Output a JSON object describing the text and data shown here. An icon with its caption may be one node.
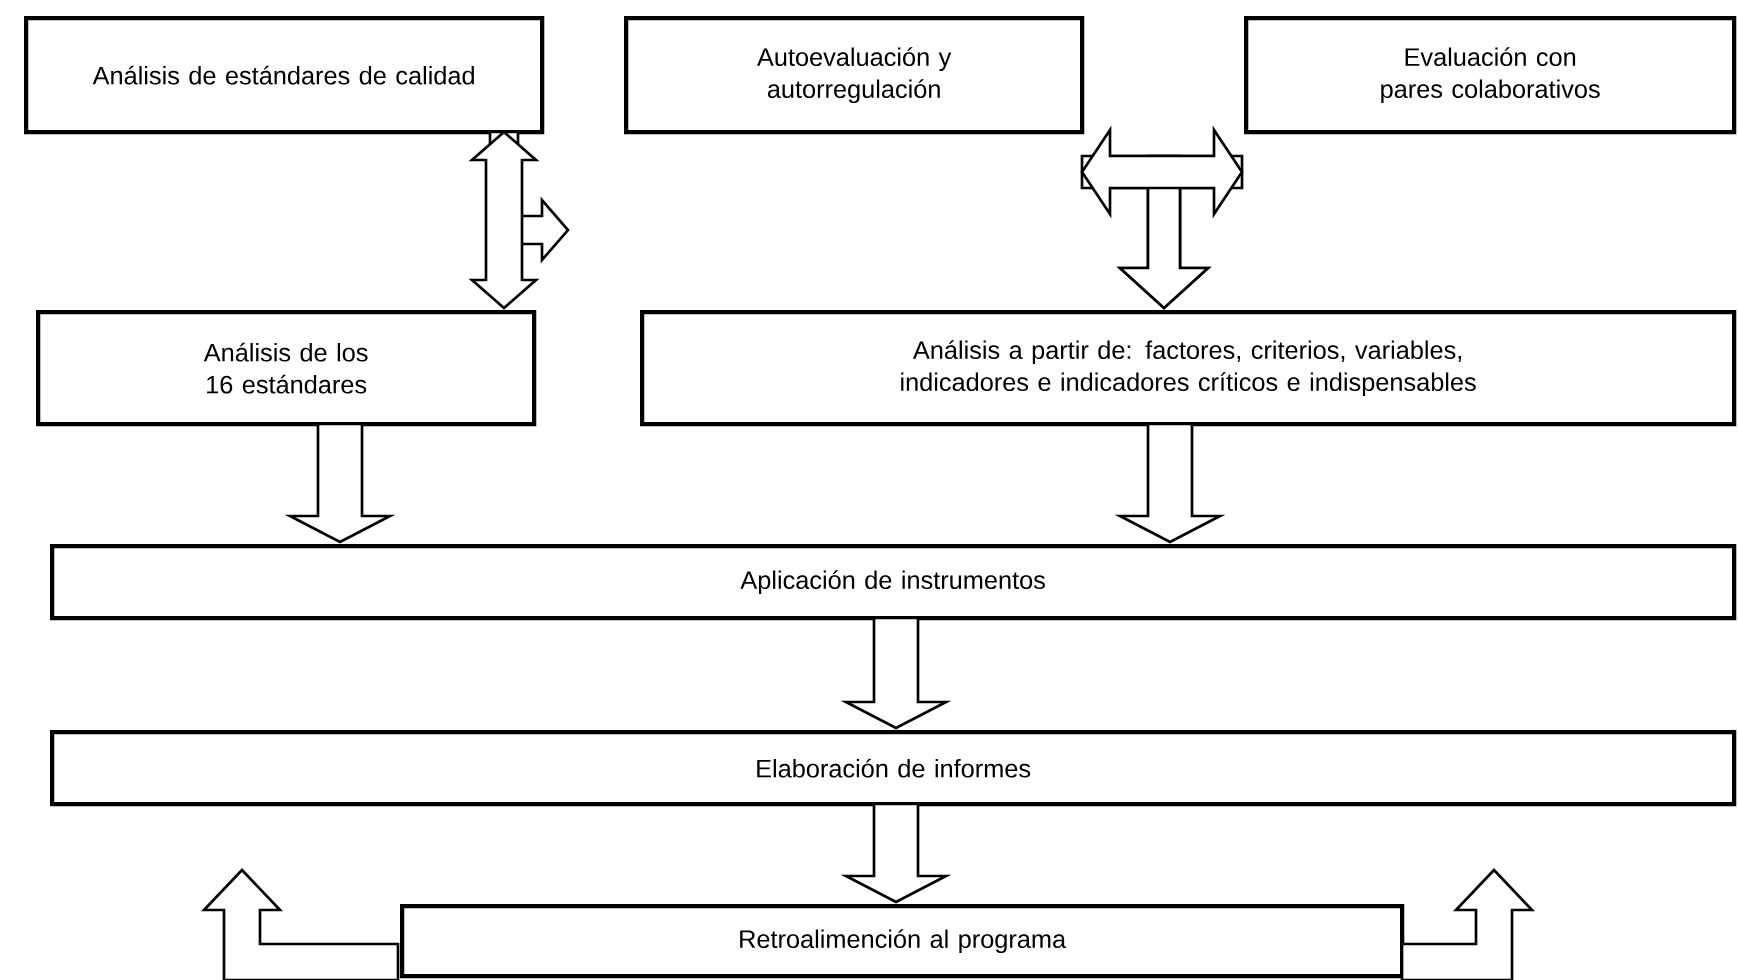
{
  "diagram": {
    "nodes": [
      {
        "text": [
          "Análisis de estándares de calidad"
        ]
      },
      {
        "text": [
          "Autoevaluación y autorregulación"
        ]
      },
      {
        "text": [
          "Evaluación con pares colaborativos"
        ]
      },
      {
        "text": [
          "Análisis de los 16 estándares"
        ]
      },
      {
        "text": [
          "Análisis a partir de: factores, criterios, variables, indicadores e indicadores críticos e indispensables"
        ]
      },
      {
        "text": [
          "Aplicación de instrumentos"
        ]
      },
      {
        "text": [
          "Elaboración de informes"
        ]
      },
      {
        "text": [
          "Retroalimención al programa"
        ]
      }
    ],
    "edges": [
      {
        "from": 0,
        "to": 3,
        "arrow": "both"
      },
      {
        "from": 0,
        "to": null,
        "arrow": "to"
      },
      {
        "from": 1,
        "to": 2,
        "arrow": "both"
      },
      {
        "from": 1,
        "to": 4,
        "arrow": "to"
      },
      {
        "from": 2,
        "to": 4,
        "arrow": "to"
      },
      {
        "from": 3,
        "to": 5,
        "arrow": "to"
      },
      {
        "from": 4,
        "to": 5,
        "arrow": "to"
      },
      {
        "from": 5,
        "to": 6,
        "arrow": "to"
      },
      {
        "from": 6,
        "to": 7,
        "arrow": "to"
      },
      {
        "from": 7,
        "to": null,
        "arrow": "to"
      },
      {
        "from": 7,
        "to": null,
        "arrow": "to"
      }
    ]
  }
}
